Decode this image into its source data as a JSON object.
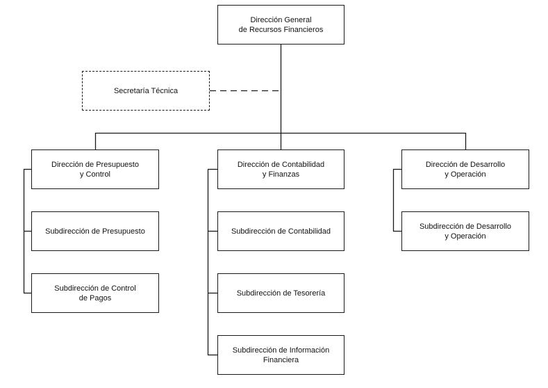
{
  "org_chart": {
    "head": {
      "label": "Dirección General\nde Recursos Financieros"
    },
    "support_unit": {
      "label": "Secretaría Técnica",
      "link_style": "dashed"
    },
    "directorates": [
      {
        "label": "Dirección de Presupuesto\ny Control",
        "subunits": [
          {
            "label": "Subdirección de Presupuesto"
          },
          {
            "label": "Subdirección de Control\nde Pagos"
          }
        ]
      },
      {
        "label": "Dirección de Contabilidad\ny Finanzas",
        "subunits": [
          {
            "label": "Subdirección de Contabilidad"
          },
          {
            "label": "Subdirección de Tesorería"
          },
          {
            "label": "Subdirección de Información\nFinanciera"
          }
        ]
      },
      {
        "label": "Dirección de Desarrollo\ny Operación",
        "subunits": [
          {
            "label": "Subdirección de Desarrollo\ny Operación"
          }
        ]
      }
    ]
  },
  "colors": {
    "line": "#1a1a1a",
    "box_border": "#1a1a1a",
    "background": "#ffffff"
  }
}
